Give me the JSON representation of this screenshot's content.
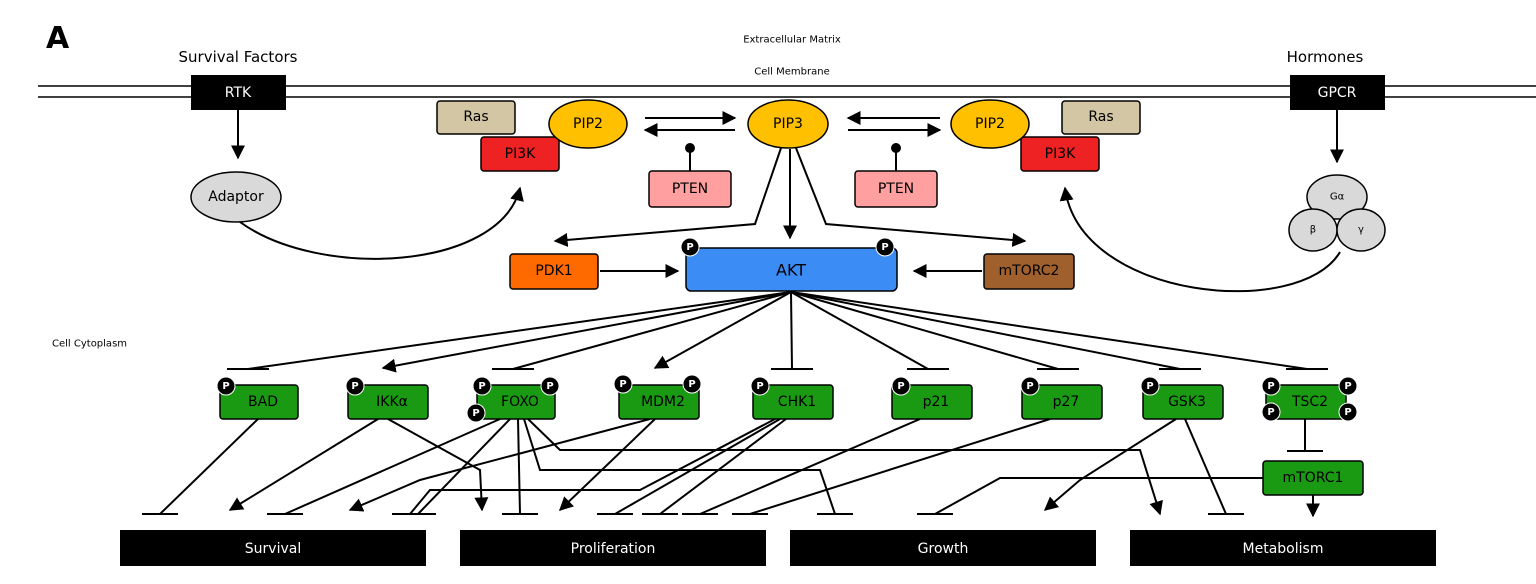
{
  "panel_label": "A",
  "regions": {
    "extracellular": "Extracellular Matrix",
    "membrane": "Cell Membrane",
    "cytoplasm": "Cell Cytoplasm"
  },
  "inputs": {
    "survival_factors": "Survival Factors",
    "hormones": "Hormones"
  },
  "receptors": {
    "rtk": "RTK",
    "gpcr": "GPCR"
  },
  "nodes": {
    "adaptor": "Adaptor",
    "ras_left": "Ras",
    "ras_right": "Ras",
    "pi3k_left": "PI3K",
    "pi3k_right": "PI3K",
    "pip2_left": "PIP2",
    "pip2_right": "PIP2",
    "pip3": "PIP3",
    "pten_left": "PTEN",
    "pten_right": "PTEN",
    "g_alpha": "Gα",
    "g_beta": "β",
    "g_gamma": "γ",
    "pdk1": "PDK1",
    "akt": "AKT",
    "mtorc2": "mTORC2",
    "mtorc1": "mTORC1",
    "phospho": "P"
  },
  "targets": [
    "BAD",
    "IKKα",
    "FOXO",
    "MDM2",
    "CHK1",
    "p21",
    "p27",
    "GSK3",
    "TSC2"
  ],
  "outcomes": [
    "Survival",
    "Proliferation",
    "Growth",
    "Metabolism"
  ],
  "colors": {
    "ras": "#d2c6a5",
    "pi3k": "#ee2222",
    "pip": "#ffc000",
    "pten": "#ff9f9f",
    "adaptor": "#d9d9d9",
    "pdk1": "#ff6a00",
    "akt": "#3b8cf5",
    "mtorc2": "#a0602e",
    "target": "#1a9a12",
    "black": "#000000"
  }
}
